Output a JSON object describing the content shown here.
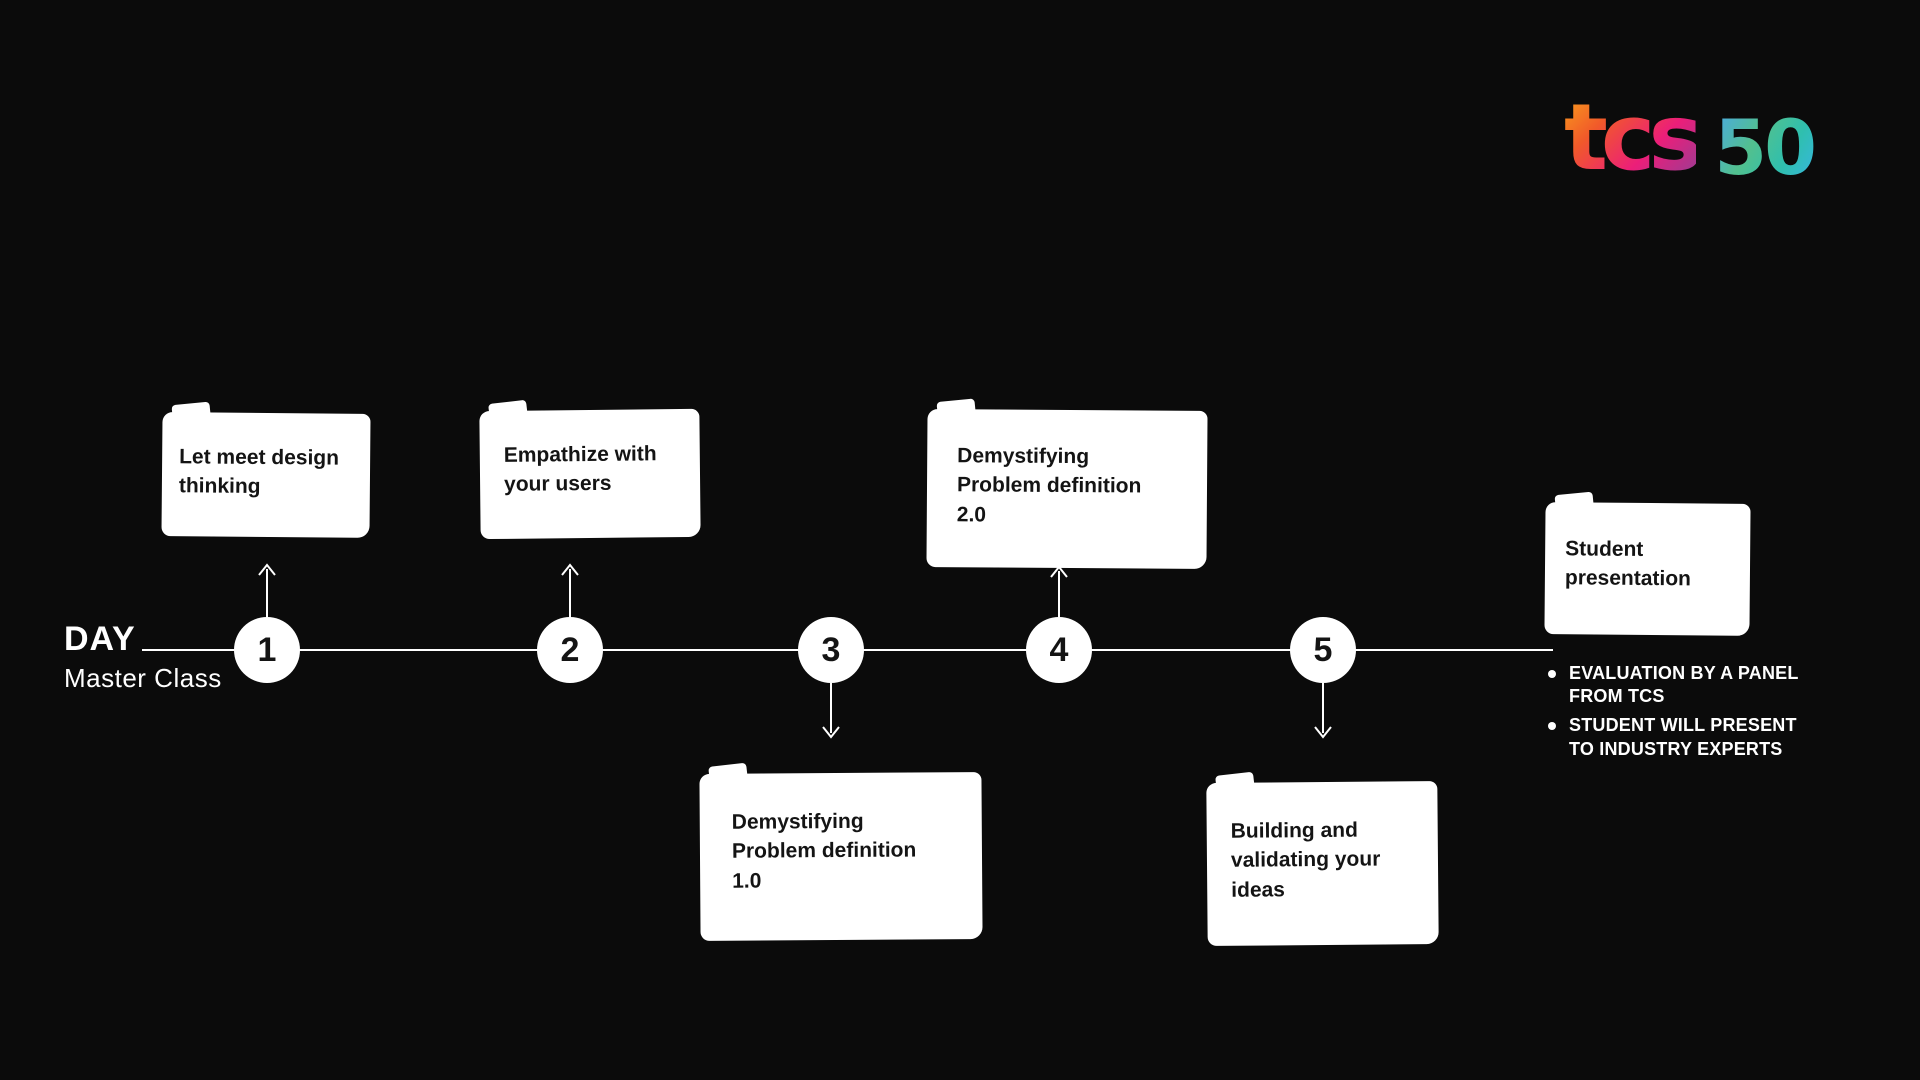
{
  "slide": {
    "background_color": "#0b0b0b",
    "logo": {
      "brand": "tcs",
      "suffix": "50",
      "brand_gradient": [
        "#f9a01b",
        "#f1592a",
        "#ec1e79",
        "#953e96"
      ],
      "suffix_gradient": [
        "#4aa8e8",
        "#52c08e",
        "#2fbfae",
        "#38b6e3"
      ]
    },
    "axis": {
      "title": "DAY",
      "subtitle": "Master Class",
      "line_color": "#ffffff"
    },
    "nodes": [
      {
        "number": "1",
        "card": "Let meet design\nthinking",
        "position": "above"
      },
      {
        "number": "2",
        "card": "Empathize with\nyour users",
        "position": "above"
      },
      {
        "number": "3",
        "card": "Demystifying\nProblem definition\n1.0",
        "position": "below"
      },
      {
        "number": "4",
        "card": "Demystifying\nProblem definition\n2.0",
        "position": "above"
      },
      {
        "number": "5",
        "card": "Building and\nvalidating your\nideas",
        "position": "below"
      }
    ],
    "final": {
      "card": "Student\npresentation",
      "notes": [
        "EVALUATION BY A PANEL\nFROM TCS",
        "STUDENT WILL PRESENT\nTO INDUSTRY EXPERTS"
      ]
    },
    "colors": {
      "card_bg": "#ffffff",
      "card_text": "#141414",
      "node_bg": "#ffffff",
      "node_text": "#141414",
      "note_text": "#ffffff"
    }
  }
}
